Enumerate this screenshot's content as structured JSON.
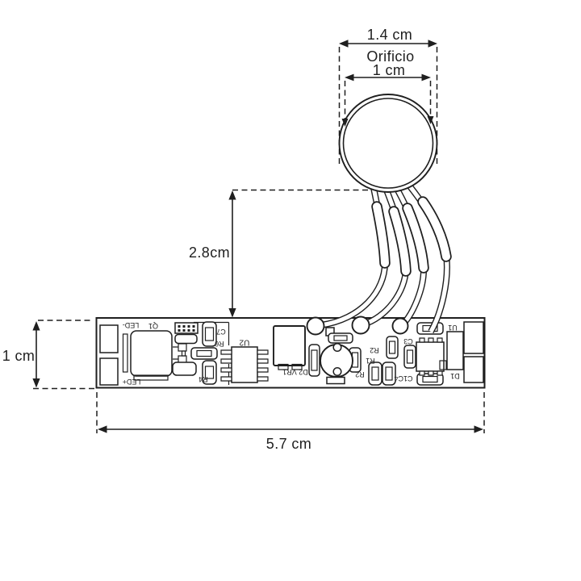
{
  "colors": {
    "ink": "#1f1f1f",
    "background": "#ffffff"
  },
  "dimensions": {
    "sensor_outer": "1.4 cm",
    "hole_label": "Orificio",
    "hole_size": "1 cm",
    "cable_length": "2.8cm",
    "board_height": "1 cm",
    "board_length": "5.7 cm"
  },
  "pcb_labels": {
    "led_neg": "LED-",
    "q1": "Q1",
    "led_pos": "LED+",
    "c7": "C7",
    "r6": "R6",
    "r4": "R4",
    "u2": "U2",
    "d2_vr1": "D2 VR1",
    "r2_a": "R2",
    "r2_b": "R2",
    "r1": "R1",
    "c3": "C3",
    "c1c4": "C1C4",
    "u1": "U1",
    "d1": "D1"
  }
}
